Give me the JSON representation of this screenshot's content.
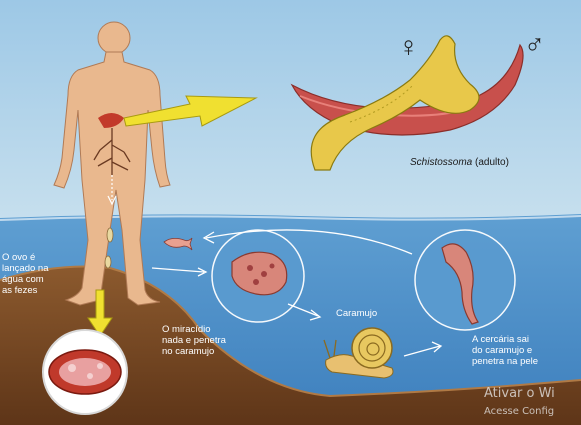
{
  "labels": {
    "egg": "O ovo é\nlançado na\nágua com\nas fezes",
    "miracidium": "O miracídio\nnada e penetra\nno caramujo",
    "snail": "Caramujo",
    "cercaria": "A cercária sai\ndo caramujo e\npenetra na pele",
    "adult_italic": "Schistossoma",
    "adult_suffix": " (adulto)"
  },
  "symbols": {
    "female": "♀",
    "male": "♂"
  },
  "watermark": {
    "line1": "Ativar o Wi",
    "line2": "Acesse Config"
  },
  "colors": {
    "sky": "#a8d0e8",
    "water": "#4d8fc8",
    "ground": "#7a4a25",
    "body": "#e8b48a",
    "worm_female": "#e8c84a",
    "worm_male": "#c85a55",
    "arrow": "#f0e030"
  }
}
